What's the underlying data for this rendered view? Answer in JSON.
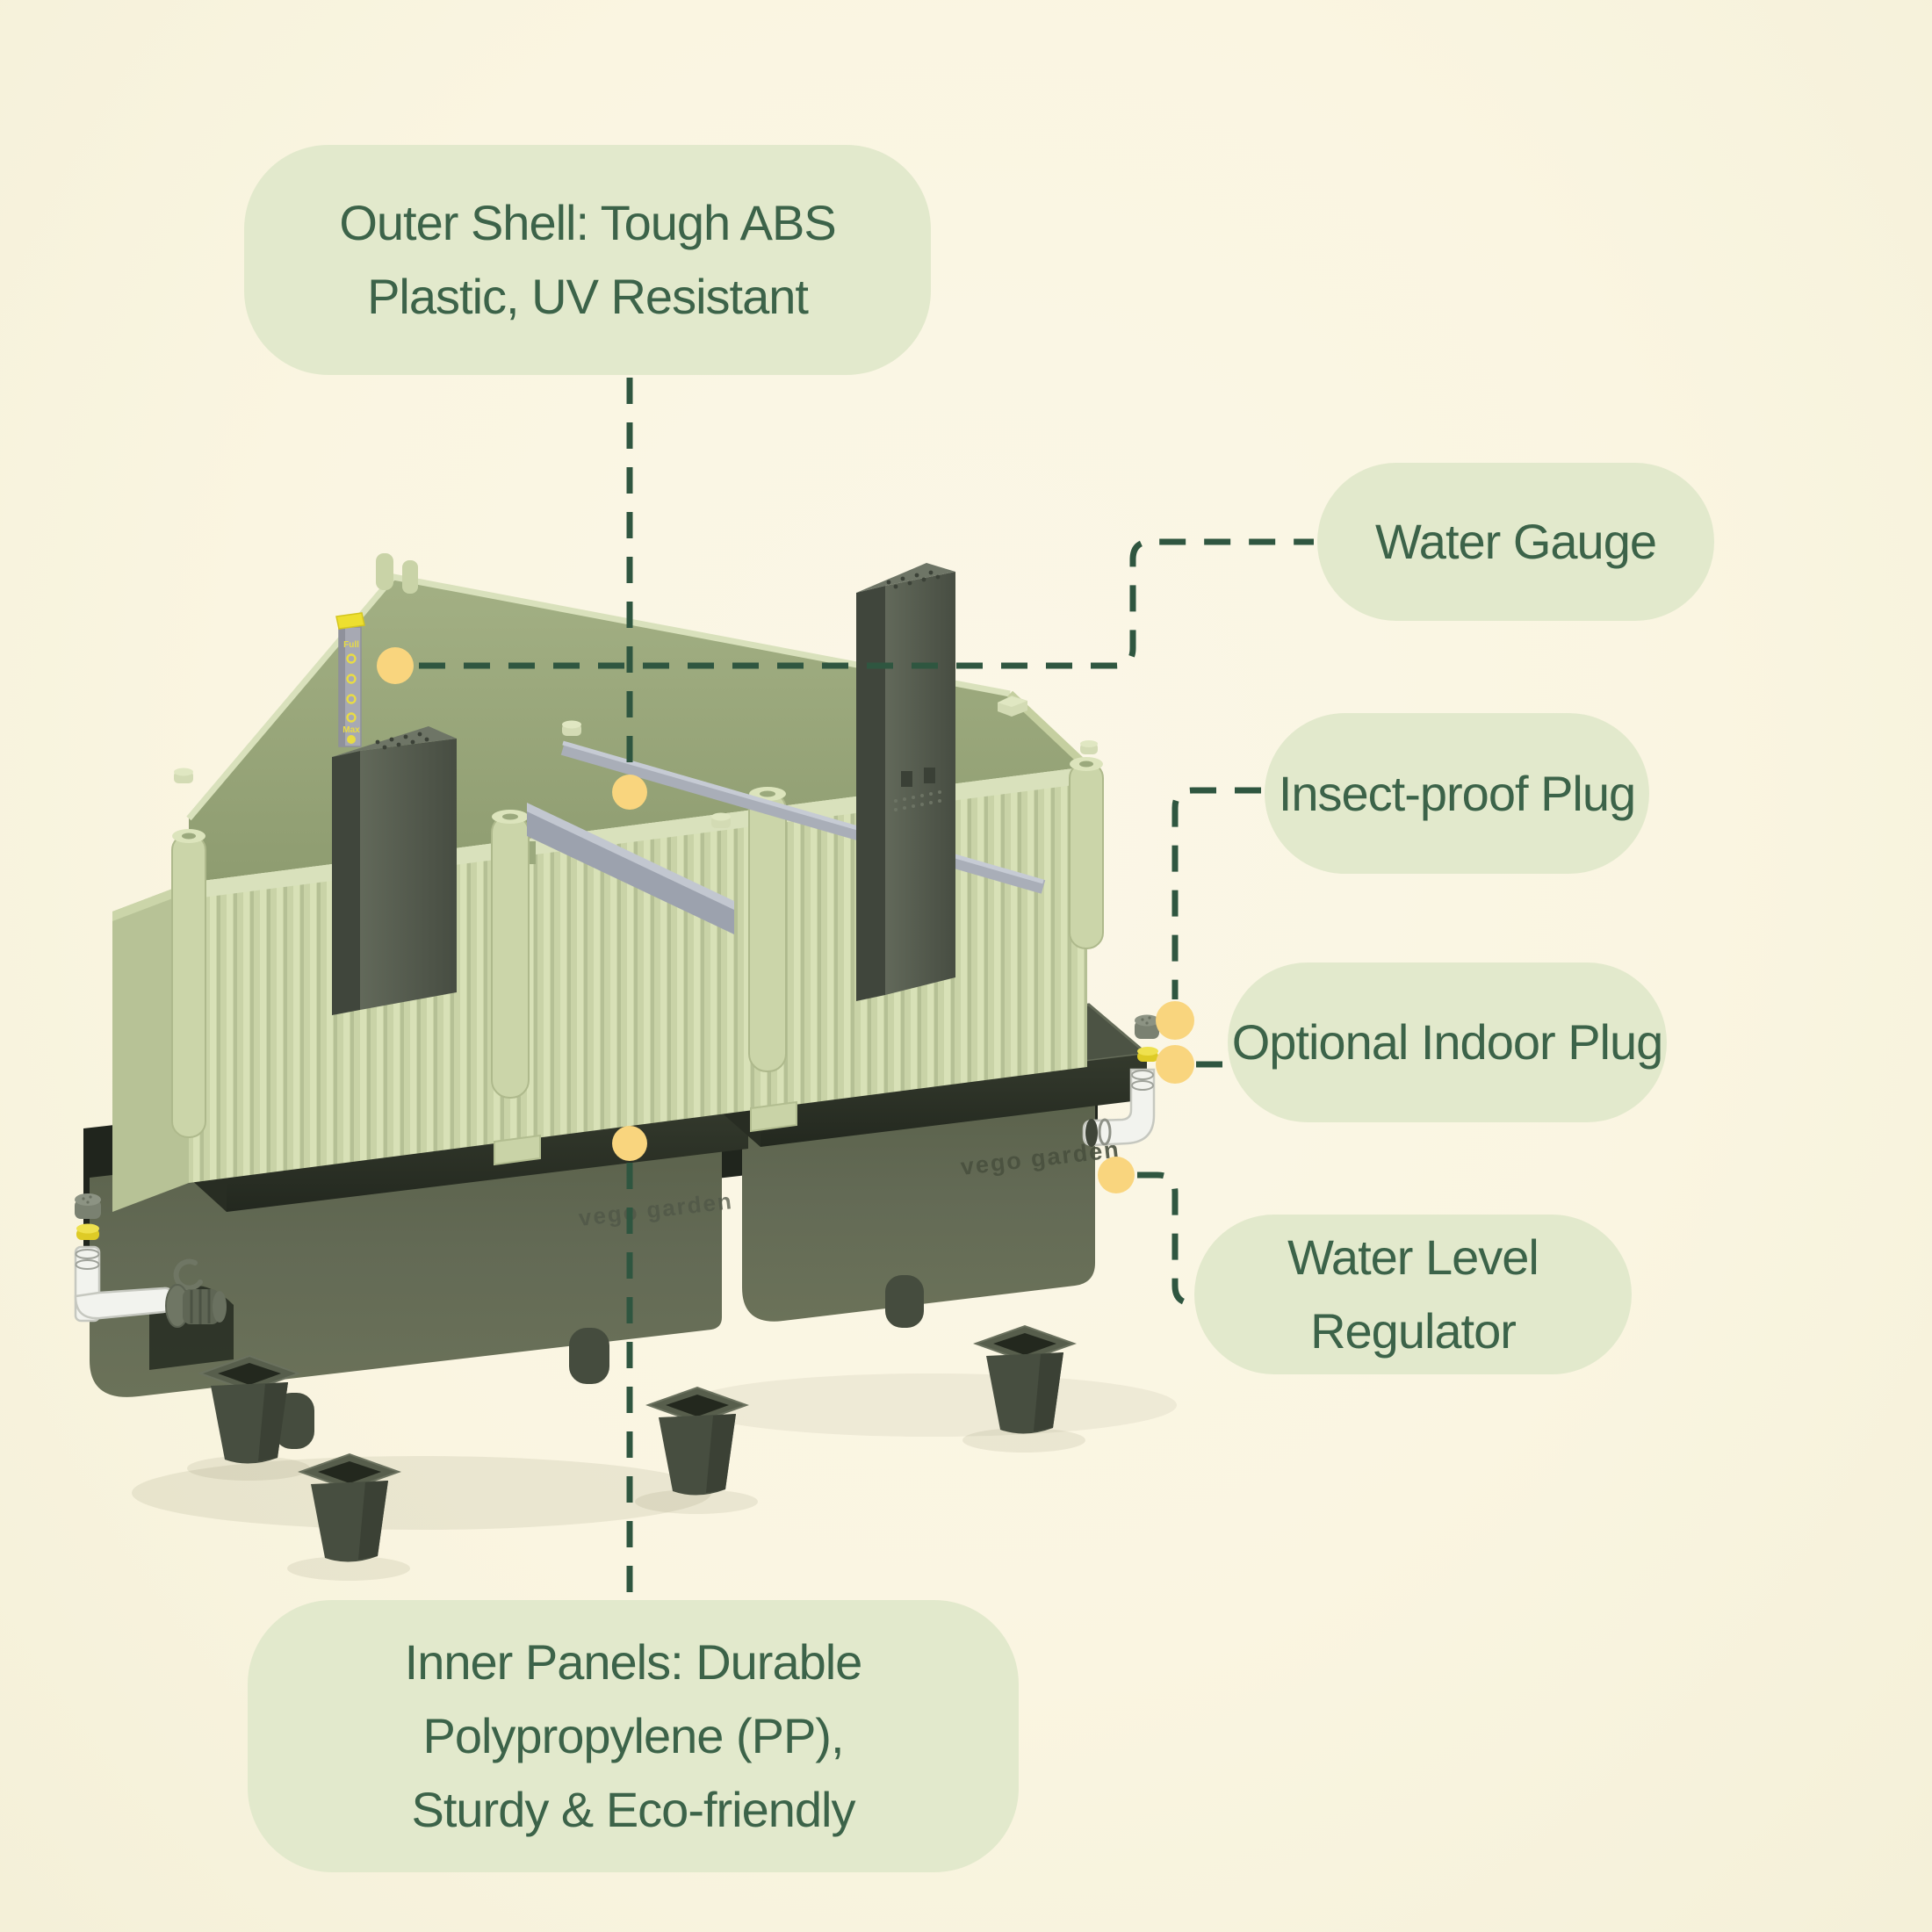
{
  "page": {
    "kind": "product-feature-infographic",
    "background_color": "#FAF5E1"
  },
  "colors": {
    "callout_fill": "#E2E9CC",
    "callout_text": "#3C6349",
    "connector_dash": "#2F5640",
    "anchor_dot": "#F9D57E",
    "shell_sage": "#C9D3A7",
    "shell_interior_olive": "#9BA97D",
    "dark_olive_plastic": "#4C5344",
    "reservoir_gray_green": "#616853",
    "aluminum_gray": "#A9AEB8",
    "gauge_yellow": "#EDDF2F",
    "plug_yellow": "#DECB26"
  },
  "callouts": [
    {
      "id": "outer-shell",
      "label": "Outer Shell: Tough ABS\nPlastic, UV Resistant"
    },
    {
      "id": "water-gauge",
      "label": "Water Gauge"
    },
    {
      "id": "insect-proof-plug",
      "label": "Insect-proof Plug"
    },
    {
      "id": "optional-indoor-plug",
      "label": "Optional Indoor Plug"
    },
    {
      "id": "water-level-regulator",
      "label": "Water Level Regulator"
    },
    {
      "id": "inner-panels",
      "label": "Inner Panels: Durable\nPolypropylene (PP),\nSturdy & Eco-friendly"
    }
  ],
  "product": {
    "brand_text": "vego garden",
    "gauge_top_label": "Full",
    "gauge_bottom_label": "Max"
  }
}
